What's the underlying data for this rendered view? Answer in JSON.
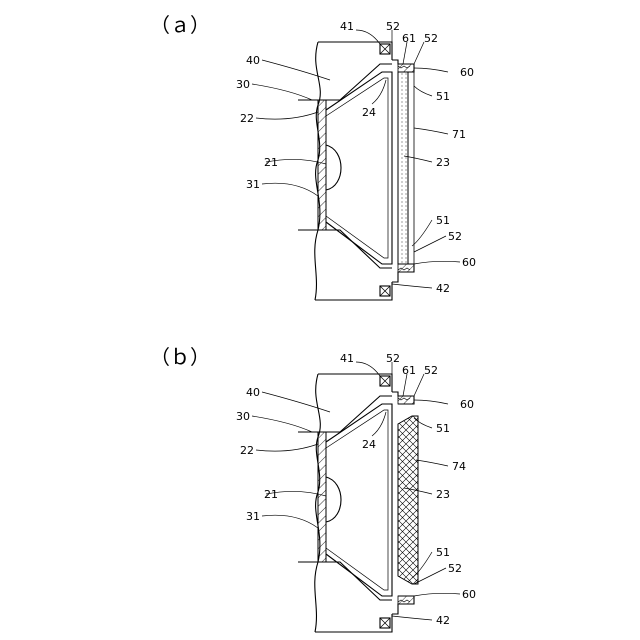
{
  "figures": [
    {
      "id": "a",
      "heading": "（ａ）",
      "labels": {
        "l41": "41",
        "l52t": "52",
        "l61": "61",
        "l52t2": "52",
        "l40": "40",
        "l60t": "60",
        "l30": "30",
        "l51t": "51",
        "l24": "24",
        "l22": "22",
        "l71": "71",
        "l21": "21",
        "l23": "23",
        "l31": "31",
        "l51b": "51",
        "l52b": "52",
        "l60b": "60",
        "l42": "42"
      }
    },
    {
      "id": "b",
      "heading": "（ｂ）",
      "labels": {
        "l41": "41",
        "l52t": "52",
        "l61": "61",
        "l52t2": "52",
        "l40": "40",
        "l60t": "60",
        "l30": "30",
        "l51t": "51",
        "l24": "24",
        "l22": "22",
        "l71": "74",
        "l21": "21",
        "l23": "23",
        "l31": "31",
        "l51b": "51",
        "l52b": "52",
        "l60b": "60",
        "l42": "42"
      }
    }
  ]
}
